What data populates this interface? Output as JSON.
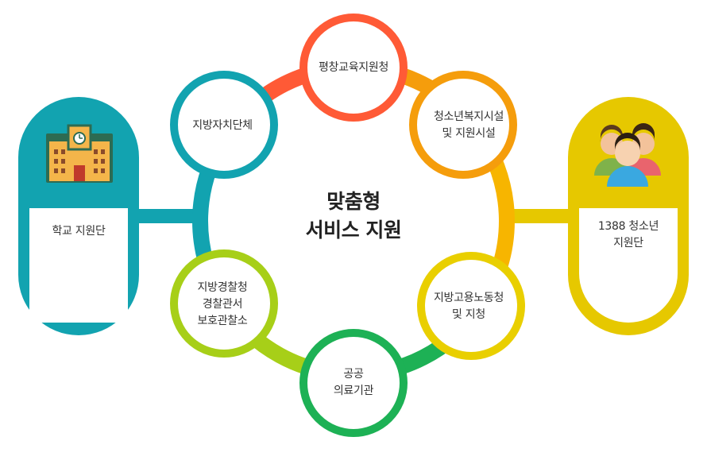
{
  "center": {
    "title": "맞춤형\n서비스 지원"
  },
  "left_panel": {
    "label": "학교 지원단",
    "icon": "school-icon",
    "color": "#12a3b0"
  },
  "right_panel": {
    "label": "1388 청소년\n지원단",
    "icon": "people-icon",
    "color": "#e6c800"
  },
  "nodes": [
    {
      "label": "평창교육지원청",
      "color": "#ff5a36"
    },
    {
      "label": "청소년복지시설\n및 지원시설",
      "color": "#f59d0c"
    },
    {
      "label": "지방고용노동청\n및 지청",
      "color": "#e9cf00"
    },
    {
      "label": "공공\n의료기관",
      "color": "#1db155"
    },
    {
      "label": "지방경찰청\n경찰관서\n보호관찰소",
      "color": "#a7cf18"
    },
    {
      "label": "지방자치단체",
      "color": "#12a3b0"
    }
  ]
}
